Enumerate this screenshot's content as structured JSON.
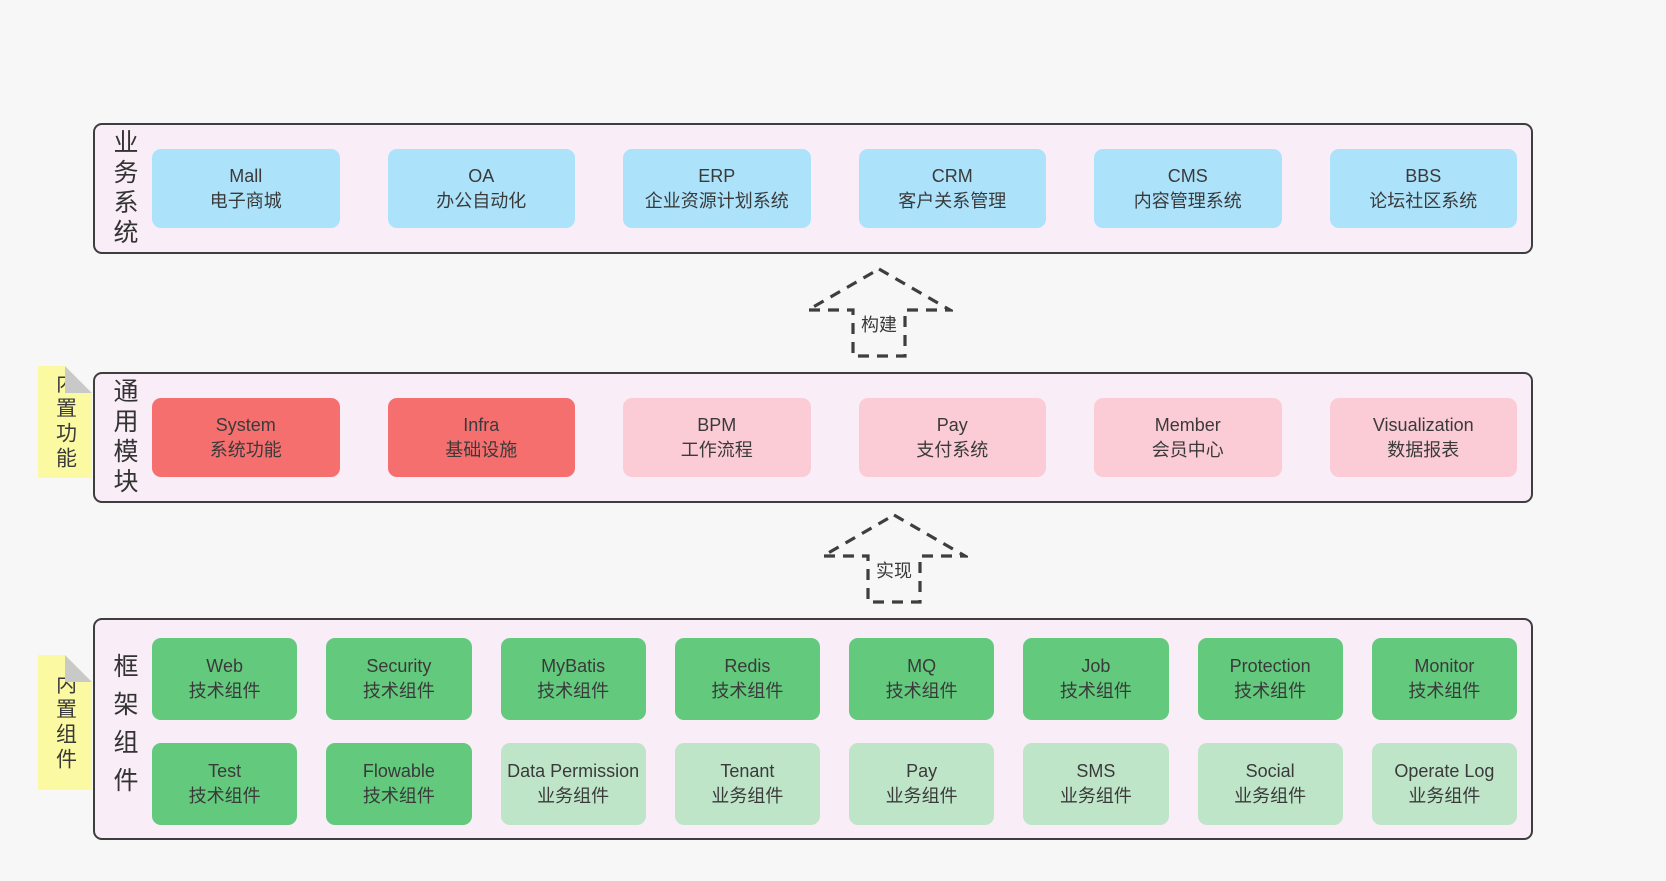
{
  "rows": {
    "business": {
      "label": "业务系统",
      "boxes": [
        {
          "title": "Mall",
          "subtitle": "电子商城"
        },
        {
          "title": "OA",
          "subtitle": "办公自动化"
        },
        {
          "title": "ERP",
          "subtitle": "企业资源计划系统"
        },
        {
          "title": "CRM",
          "subtitle": "客户关系管理"
        },
        {
          "title": "CMS",
          "subtitle": "内容管理系统"
        },
        {
          "title": "BBS",
          "subtitle": "论坛社区系统"
        }
      ]
    },
    "modules": {
      "label": "通用模块",
      "note": "内置功能",
      "boxes": [
        {
          "title": "System",
          "subtitle": "系统功能"
        },
        {
          "title": "Infra",
          "subtitle": "基础设施"
        },
        {
          "title": "BPM",
          "subtitle": "工作流程"
        },
        {
          "title": "Pay",
          "subtitle": "支付系统"
        },
        {
          "title": "Member",
          "subtitle": "会员中心"
        },
        {
          "title": "Visualization",
          "subtitle": "数据报表"
        }
      ]
    },
    "framework": {
      "label": "框架组件",
      "note": "内置组件",
      "row1": [
        {
          "title": "Web",
          "subtitle": "技术组件"
        },
        {
          "title": "Security",
          "subtitle": "技术组件"
        },
        {
          "title": "MyBatis",
          "subtitle": "技术组件"
        },
        {
          "title": "Redis",
          "subtitle": "技术组件"
        },
        {
          "title": "MQ",
          "subtitle": "技术组件"
        },
        {
          "title": "Job",
          "subtitle": "技术组件"
        },
        {
          "title": "Protection",
          "subtitle": "技术组件"
        },
        {
          "title": "Monitor",
          "subtitle": "技术组件"
        }
      ],
      "row2": [
        {
          "title": "Test",
          "subtitle": "技术组件"
        },
        {
          "title": "Flowable",
          "subtitle": "技术组件"
        },
        {
          "title": "Data Permission",
          "subtitle": "业务组件"
        },
        {
          "title": "Tenant",
          "subtitle": "业务组件"
        },
        {
          "title": "Pay",
          "subtitle": "业务组件"
        },
        {
          "title": "SMS",
          "subtitle": "业务组件"
        },
        {
          "title": "Social",
          "subtitle": "业务组件"
        },
        {
          "title": "Operate Log",
          "subtitle": "业务组件"
        }
      ]
    }
  },
  "arrows": {
    "build": "构建",
    "implement": "实现"
  },
  "colors": {
    "page_bg": "#f7f7f7",
    "container_bg": "#f9edf7",
    "container_border": "#3e3e3e",
    "box_blue": "#ace3fb",
    "box_red": "#f56f6f",
    "box_pink": "#fbccd5",
    "box_green": "#62c97d",
    "box_light_green": "#bfe5c9",
    "note_yellow": "#fcf9a3",
    "note_fold_gray": "#c9c9c9",
    "text": "#3a3a3a"
  }
}
